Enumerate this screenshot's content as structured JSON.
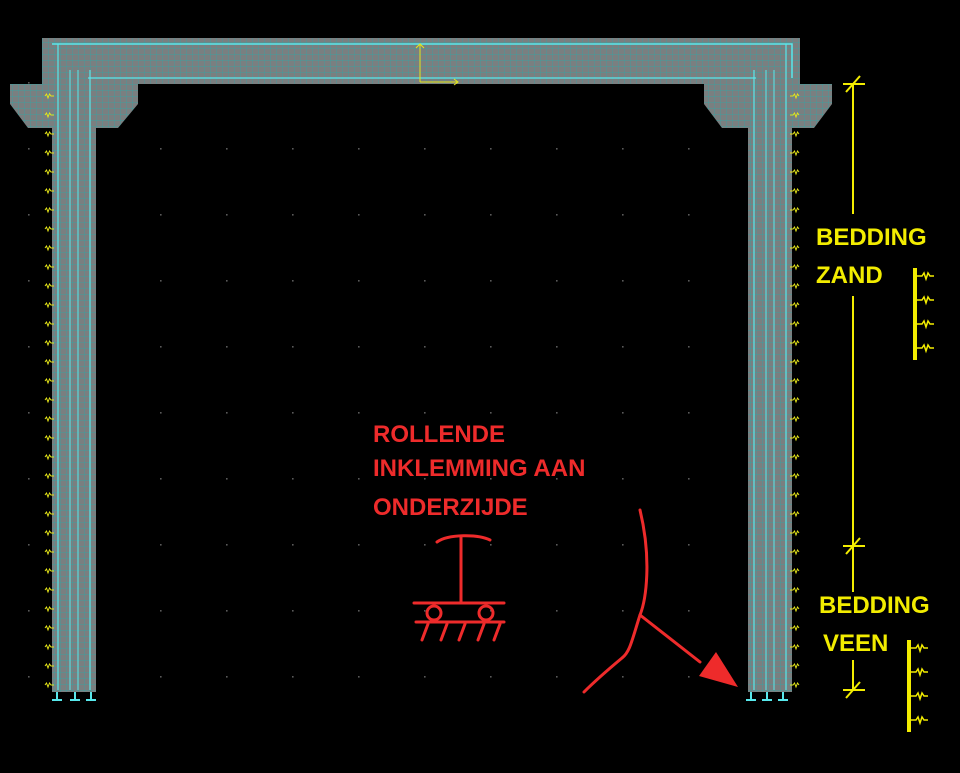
{
  "labels": {
    "sand_line1": "BEDDING",
    "sand_line2": "ZAND",
    "peat_line1": "BEDDING",
    "peat_line2": "VEEN",
    "note_line1": "ROLLENDE",
    "note_line2": "INKLEMMING AAN",
    "note_line3": "ONDERZIJDE"
  },
  "colors": {
    "background": "#000000",
    "concrete": "#7a7f80",
    "mesh": "#2fa6a6",
    "outline": "#58e8ec",
    "spring": "#e6e619",
    "annotation_yellow": "#f2ec00",
    "annotation_red": "#ee2b2b",
    "grid_dot": "#5a5a5a"
  }
}
